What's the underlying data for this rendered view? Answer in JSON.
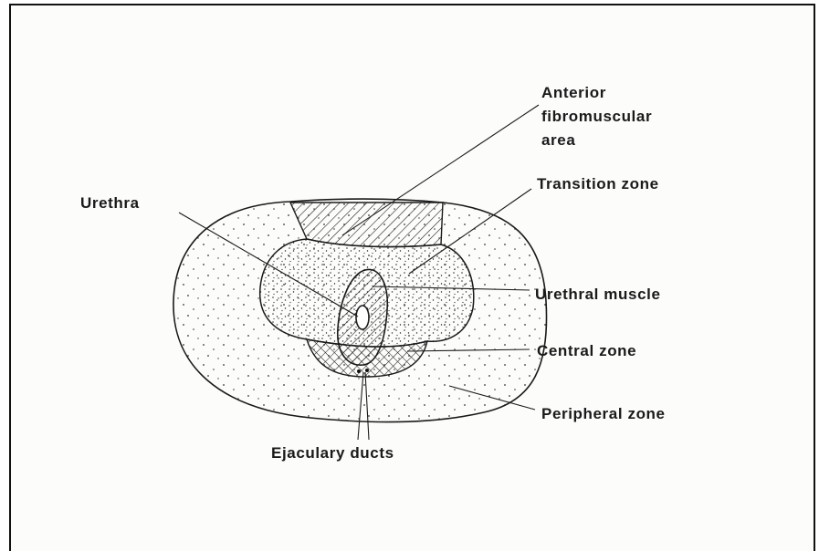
{
  "diagram": {
    "labels": {
      "anterior_fibromuscular": [
        "Anterior",
        "fibromuscular",
        "area"
      ],
      "transition_zone": "Transition zone",
      "urethra": "Urethra",
      "urethral_muscle": "Urethral muscle",
      "central_zone": "Central zone",
      "peripheral_zone": "Peripheral zone",
      "ejaculatory_ducts": "Ejaculary ducts"
    },
    "colors": {
      "line": "#1a1a1a",
      "background": "#fcfcfb"
    }
  }
}
